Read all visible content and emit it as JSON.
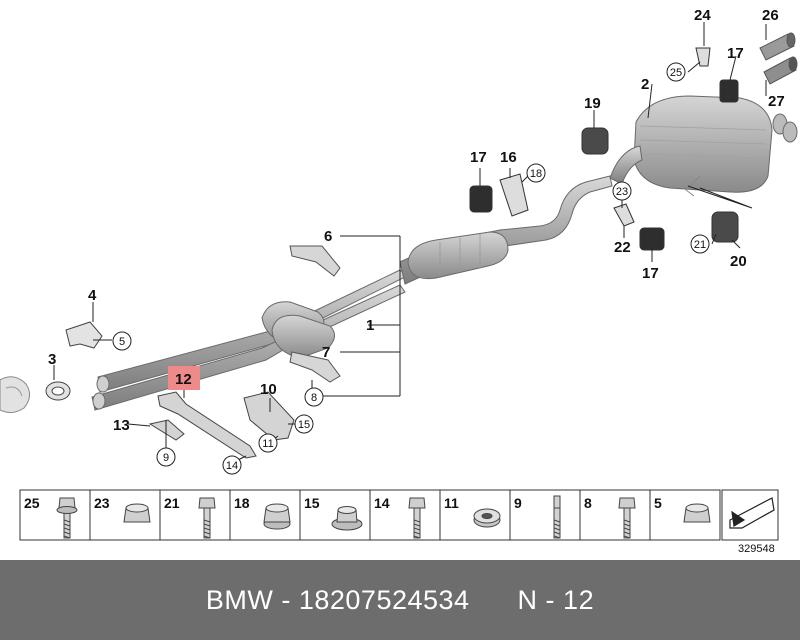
{
  "callouts": {
    "c1": "1",
    "c2": "2",
    "c3": "3",
    "c4": "4",
    "c6": "6",
    "c7": "7",
    "c10": "10",
    "c12": "12",
    "c13": "13",
    "c16": "16",
    "c17a": "17",
    "c17b": "17",
    "c17c": "17",
    "c19": "19",
    "c20": "20",
    "c22": "22",
    "c24": "24",
    "c26": "26",
    "c27": "27"
  },
  "circled": {
    "r5": "5",
    "r8": "8",
    "r9": "9",
    "r11": "11",
    "r14": "14",
    "r15": "15",
    "r18": "18",
    "r21": "21",
    "r23": "23",
    "r25": "25"
  },
  "highlight_color": "#ef8a8a",
  "parts_strip": [
    {
      "num": "25",
      "icon": "flange-bolt-icon"
    },
    {
      "num": "23",
      "icon": "hex-nut-icon"
    },
    {
      "num": "21",
      "icon": "bolt-icon"
    },
    {
      "num": "18",
      "icon": "flange-nut-icon"
    },
    {
      "num": "15",
      "icon": "washer-nut-icon"
    },
    {
      "num": "14",
      "icon": "bolt-icon"
    },
    {
      "num": "11",
      "icon": "washer-icon"
    },
    {
      "num": "9",
      "icon": "stud-icon"
    },
    {
      "num": "8",
      "icon": "hex-bolt-icon"
    },
    {
      "num": "5",
      "icon": "hex-nut-icon"
    }
  ],
  "doc_number": "329548",
  "footer": {
    "text": "BMW - 18207524534      N - 12"
  }
}
